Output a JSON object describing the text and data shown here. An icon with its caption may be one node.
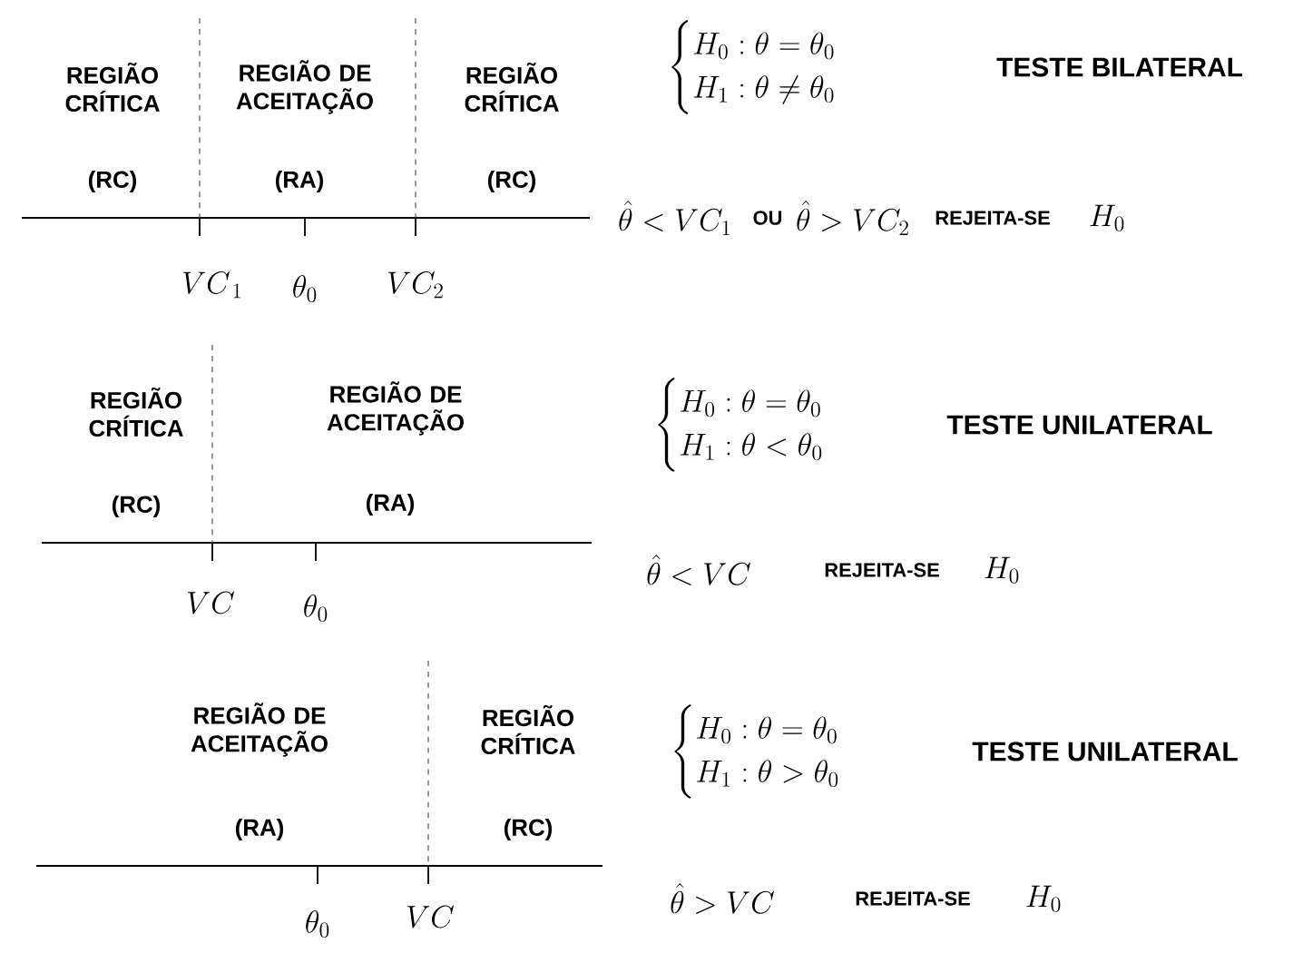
{
  "diagram": {
    "labels": [
      "REGIÃO CRÍTICA",
      "REGIÃO DE ACEITAÇÃO",
      "REGIÃO CRÍTICA",
      "(RC)",
      "(RA)",
      "(RC)",
      "VC_{\\,1}",
      "\\theta_0",
      "VC_2",
      "\\begin{cases} H_0:\\theta=\\theta_0 \\\\ H_1:\\theta\\neq\\theta_0 \\end{cases}",
      "TESTE BILATERAL",
      "\\hat{\\theta} < VC_1",
      "OU",
      "\\hat{\\theta} > VC_2",
      "REJEITA-SE",
      "H_0",
      "REGIÃO CRÍTICA",
      "REGIÃO DE ACEITAÇÃO",
      "(RC)",
      "(RA)",
      "VC",
      "\\theta_0",
      "\\begin{cases} H_0:\\theta=\\theta_0 \\\\ H_1:\\theta < \\theta_0 \\end{cases}",
      "TESTE UNILATERAL",
      "\\hat{\\theta} < VC",
      "REJEITA-SE",
      "H_0",
      "REGIÃO DE ACEITAÇÃO",
      "REGIÃO CRÍTICA",
      "(RA)",
      "(RC)",
      "\\theta_0",
      "VC",
      "\\begin{cases} H_0:\\theta=\\theta_0 \\\\ H_1:\\theta > \\theta_0 \\end{cases}",
      "TESTE UNILATERAL",
      "\\hat{\\theta} > VC",
      "REJEITA-SE",
      "H_0"
    ]
  }
}
